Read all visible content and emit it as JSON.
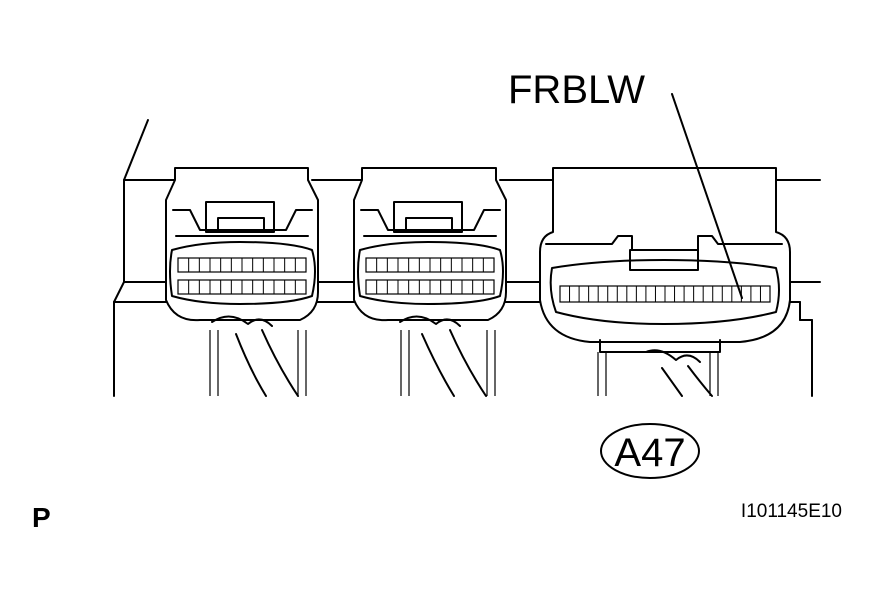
{
  "labels": {
    "terminal_label": "FRBLW",
    "connector_label": "A47",
    "view_label": "P",
    "figure_id": "I101145E10"
  }
}
